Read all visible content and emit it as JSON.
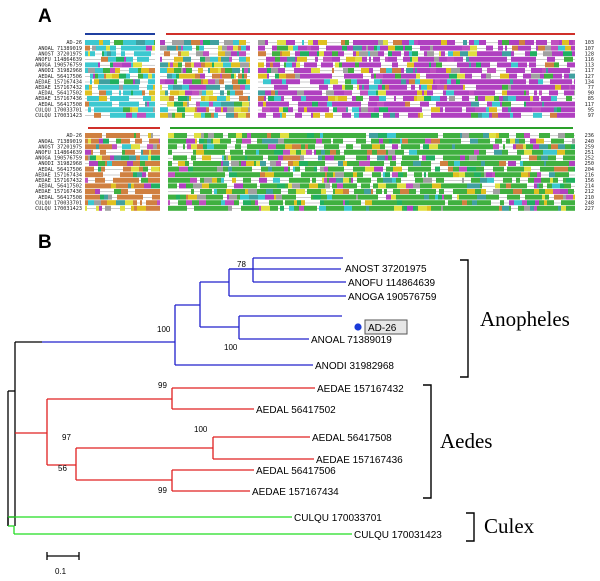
{
  "panels": {
    "a_label": "A",
    "b_label": "B"
  },
  "alignment": {
    "sequence_names": [
      "AD-26",
      "ANOAL 71389019",
      "ANOST 37201975",
      "ANOFU 114864639",
      "ANOGA 190576759",
      "ANODI 31982968",
      "AEDAL 56417506",
      "AEDAE 157167434",
      "AEDAE 157167432",
      "AEDAL 56417502",
      "AEDAE 157167436",
      "AEDAL 56417508",
      "CULQU 170033701",
      "CULQU 170031423"
    ],
    "block1_end_positions": [
      "103",
      "107",
      "128",
      "116",
      "113",
      "117",
      "127",
      "134",
      "77",
      "90",
      "85",
      "117",
      "95",
      "97"
    ],
    "block2_end_positions": [
      "236",
      "240",
      "259",
      "251",
      "252",
      "250",
      "204",
      "216",
      "156",
      "214",
      "212",
      "210",
      "248",
      "227"
    ],
    "domain_colors": {
      "blue": "#1f3fa0",
      "red": "#d0302a",
      "green": "#2aa02a"
    }
  },
  "tree": {
    "taxa": [
      "ANOST 37201975",
      "ANOFU 114864639",
      "ANOGA 190576759",
      "AD-26",
      "ANOAL 71389019",
      "ANODI 31982968",
      "AEDAE 157167432",
      "AEDAL 56417502",
      "AEDAL 56417508",
      "AEDAE 157167436",
      "AEDAL 56417506",
      "AEDAE 157167434",
      "CULQU 170033701",
      "CULQU 170031423"
    ],
    "bootstrap": [
      "78",
      "100",
      "100",
      "99",
      "100",
      "97",
      "56",
      "99"
    ],
    "groups": [
      "Anopheles",
      "Aedes",
      "Culex"
    ],
    "scale_label": "0.1",
    "clade_colors": {
      "anopheles": "#2020cc",
      "aedes": "#e02020",
      "culex": "#22dd22",
      "root": "#000000",
      "marker": "#1a3ad8"
    }
  }
}
